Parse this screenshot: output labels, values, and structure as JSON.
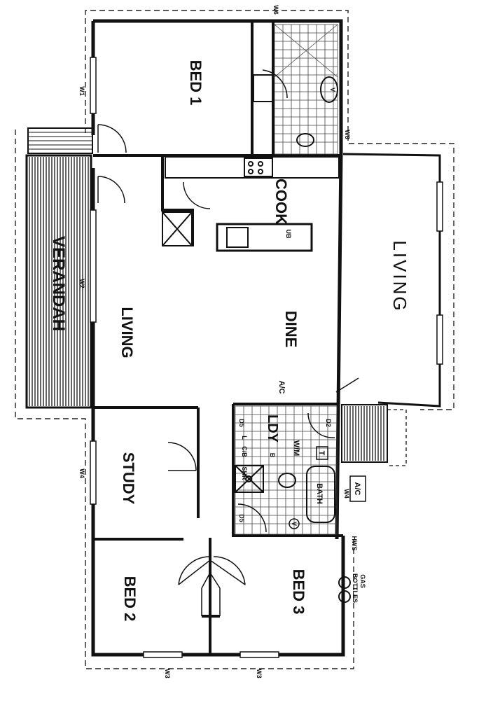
{
  "rooms": {
    "bed1": "BED 1",
    "cook": "COOK",
    "living_main": "LIVING",
    "living_outdoor": "LIVING",
    "dine": "DINE",
    "verandah": "VERANDAH",
    "study": "STUDY",
    "laundry": "LDY",
    "bath": "BATH",
    "bed2": "BED 2",
    "bed3": "BED 3"
  },
  "fixtures": {
    "ac_top": "A/C",
    "ac_side": "A/C",
    "washing_machine": "W/M",
    "hws": "HWS",
    "gas": "GAS",
    "bottles": "BOTTLES",
    "shower": "SHR",
    "cupboard": "C/B",
    "linen": "L",
    "urn": "UB",
    "toilet": "T",
    "vanity": "V",
    "vanity2": "V",
    "b_mark": "B"
  },
  "windows": {
    "w1": "W1",
    "w2": "W2",
    "w3a": "W3",
    "w3b": "W3",
    "w4a": "W4",
    "w4b": "W4",
    "w6": "W6",
    "w8": "W8"
  },
  "doors": {
    "d5a": "D5",
    "d5b": "D5",
    "d2": "D2"
  }
}
